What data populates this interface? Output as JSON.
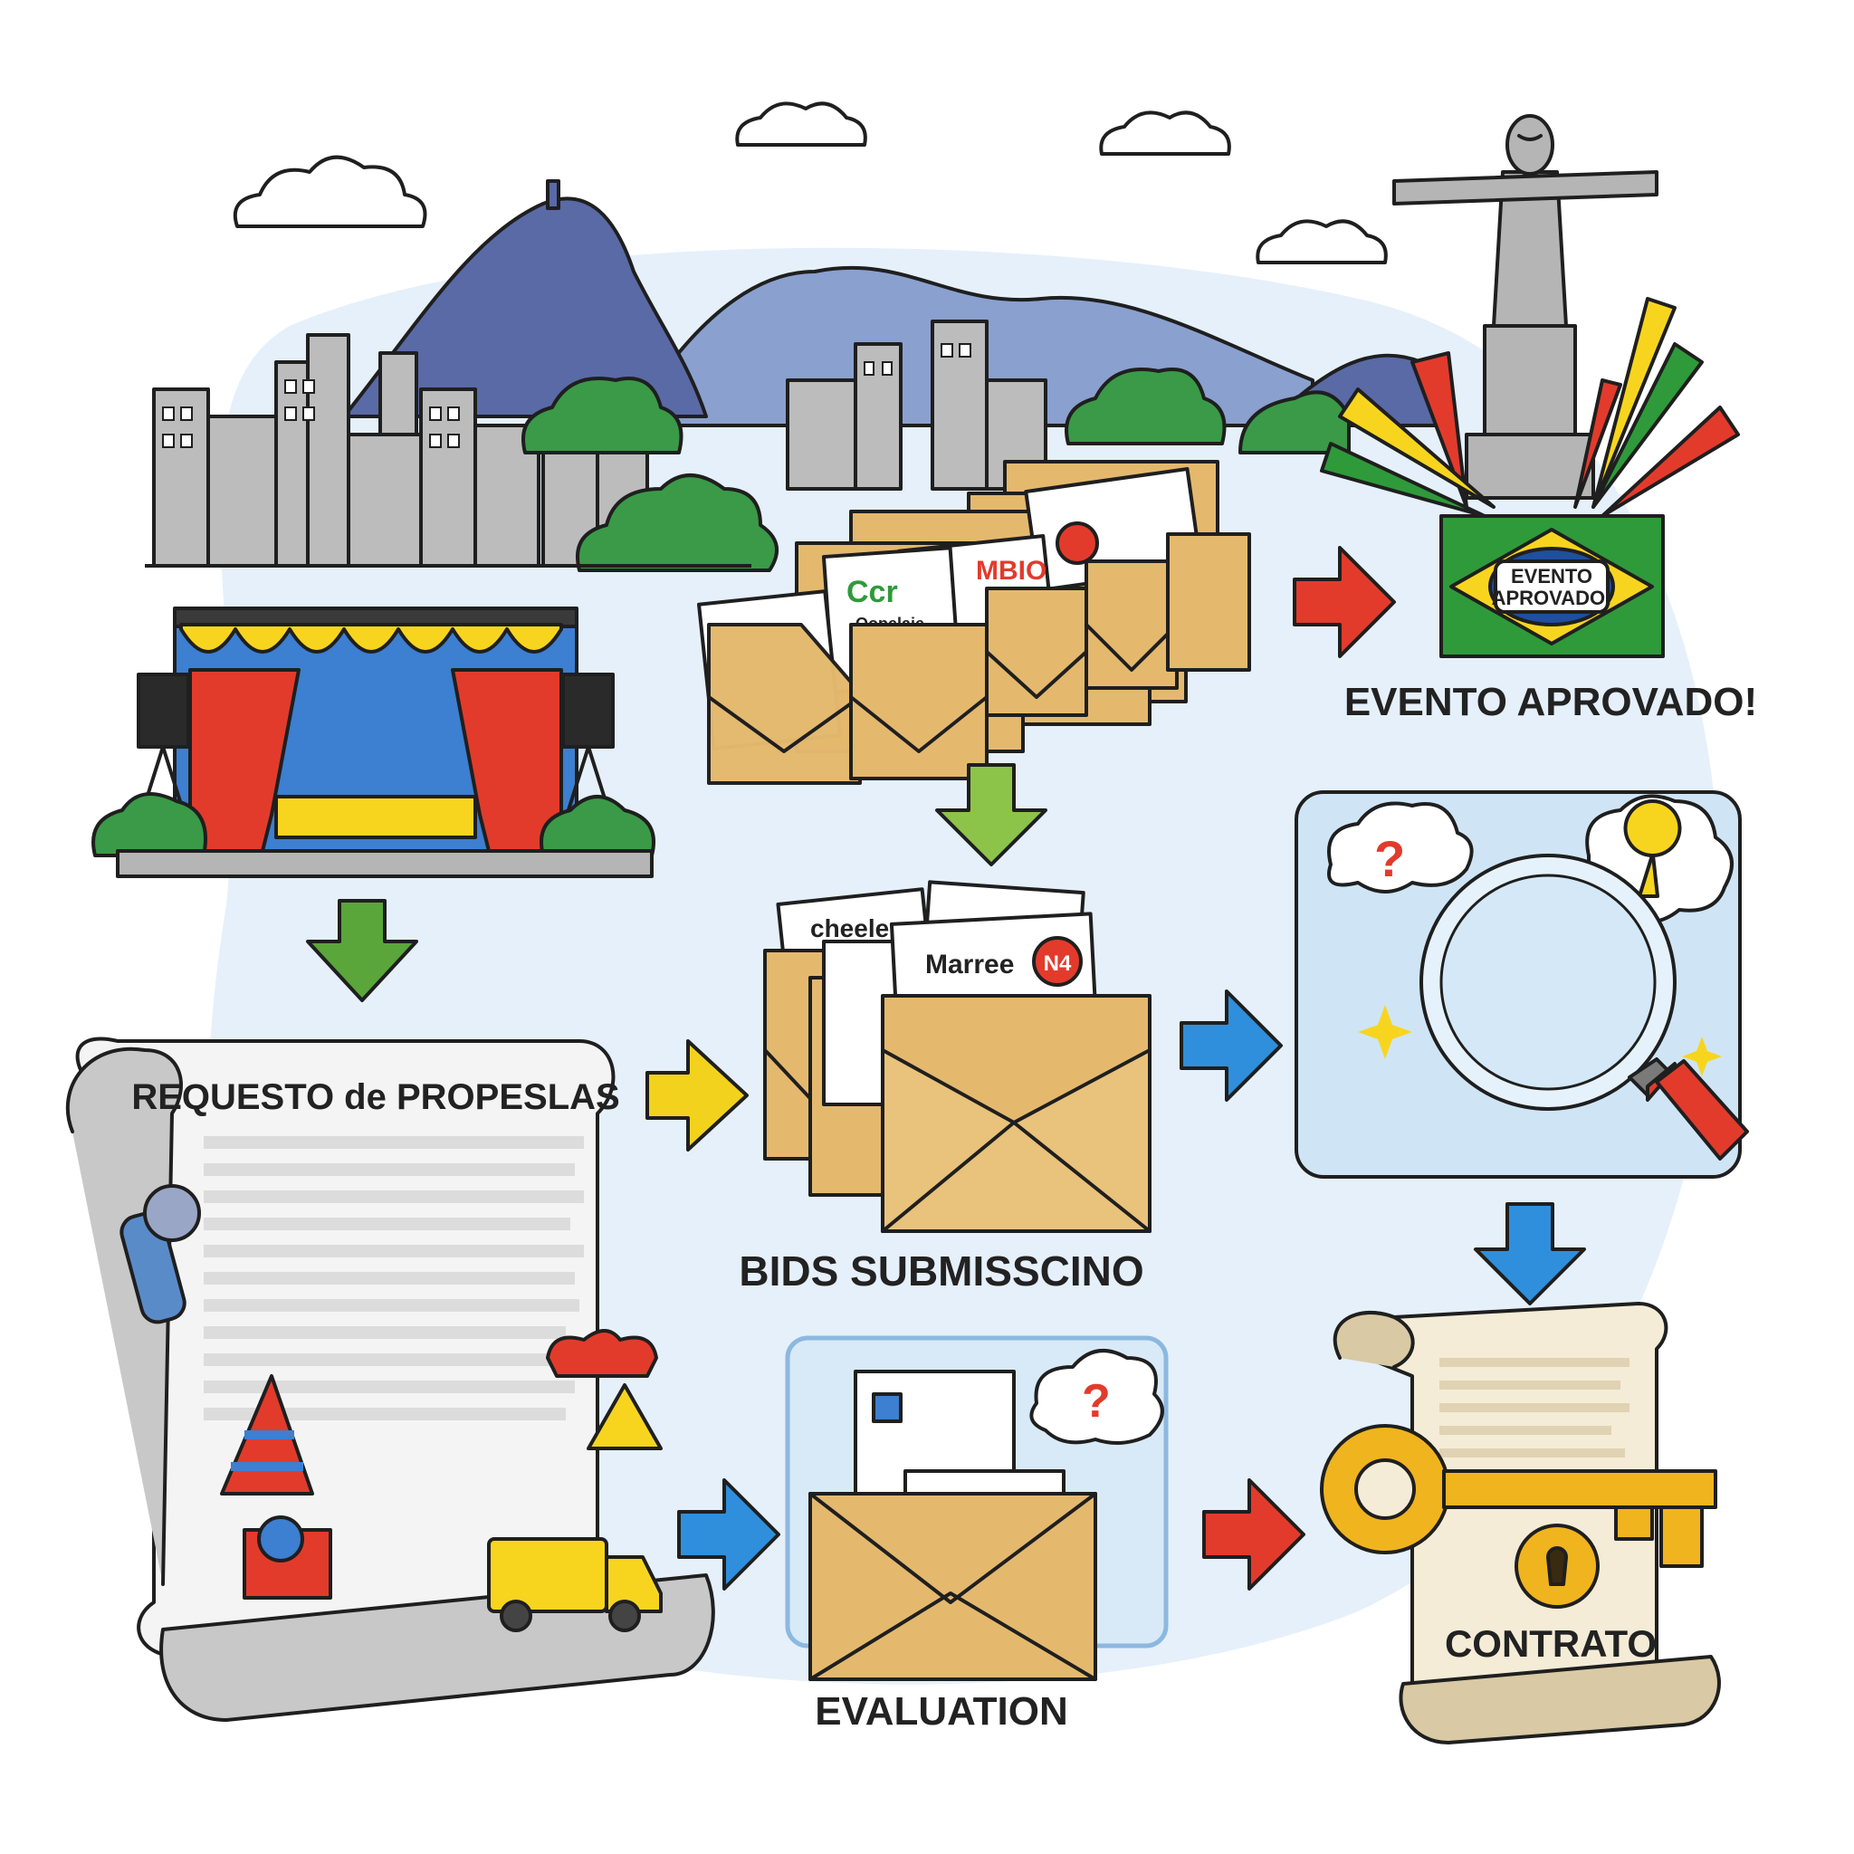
{
  "labels": {
    "request_title": "REQUESTO de PROPESLAS",
    "bids_label": "BIDS SUBMISSCINO",
    "evaluation_label": "EVALUATION",
    "contract_label": "CONTRATO",
    "approved_label": "EVENTO APROVADO!",
    "approved_box_text": [
      "EVENTO",
      "APROVADO!"
    ]
  },
  "envelope_logos_top": [
    "Ccr",
    "Oopelaie",
    "MBIO"
  ],
  "envelope_logos_mid": [
    "cheele",
    "Marree",
    "N4"
  ],
  "colors": {
    "green_arrow": "#5aa63a",
    "yellow_arrow": "#f2d21c",
    "blue_arrow": "#2f8fdc",
    "red_arrow": "#e23b2c",
    "mountain": "#5a6aa6",
    "envelope": "#e4b96e",
    "flag_green": "#2f9a3a",
    "flag_yellow": "#f7d51f",
    "flag_blue": "#1f4f9e",
    "key_gold": "#f0b41e"
  }
}
